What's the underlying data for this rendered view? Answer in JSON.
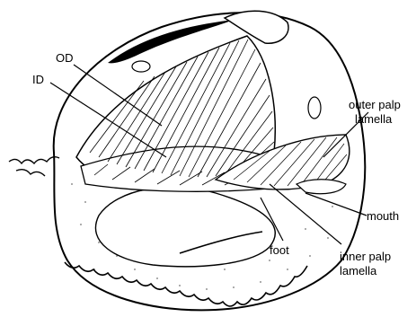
{
  "labels": {
    "od": "OD",
    "id": "ID",
    "outer_palp_line1": "outer palp",
    "outer_palp_line2": "lamella",
    "mouth": "mouth",
    "foot": "foot",
    "inner_palp_line1": "inner palp",
    "inner_palp_line2": "lamella"
  },
  "colors": {
    "ink": "#000000",
    "paper": "#ffffff"
  }
}
